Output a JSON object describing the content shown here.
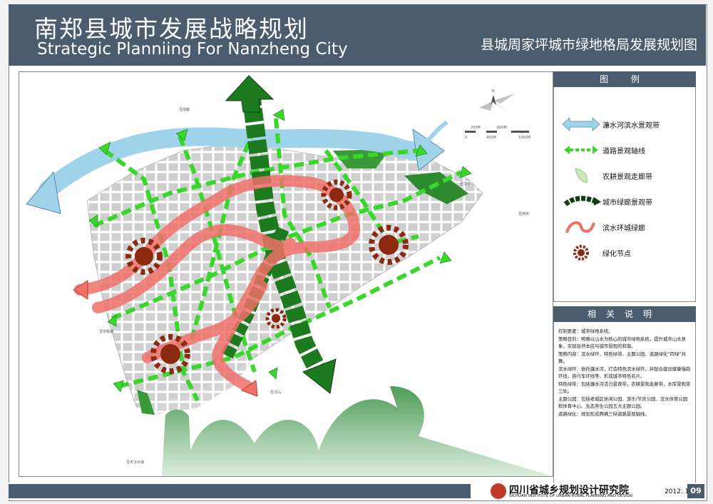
{
  "header": {
    "title_cn": "南郑县城市发展战略规划",
    "title_en": "Strategic Planniing For Nanzheng City",
    "sheet_title": "县城周家坪城市绿地格局发展规划图"
  },
  "legend": {
    "title": "图 例",
    "items": [
      {
        "icon": "blue-double-arrow-icon",
        "label": "濂水河滨水景观带"
      },
      {
        "icon": "green-dashed-arrow-icon",
        "label": "道路景观轴线"
      },
      {
        "icon": "leaf-icon",
        "label": "农耕景观走廊带"
      },
      {
        "icon": "dark-green-band-icon",
        "label": "城市绿廊景观带"
      },
      {
        "icon": "red-loop-icon",
        "label": "滨水环城绿廊"
      },
      {
        "icon": "sun-node-icon",
        "label": "绿化节点"
      }
    ]
  },
  "notes": {
    "title": "相关说明",
    "lines": [
      "控制要素：城市绿地系统。",
      "策略目的：明确以山水为核心的城市绿地系统，提升城市山水意象，实现自然本底与城市景观的和谐。",
      "策略内容：滨水绿环、特色绿带、主题公园、道路绿化“四绿”共舞。",
      "滨水绿环：依托濂水河，打造特色滨水绿环，并配合建设健康慢跑环线，自行车环线等，形成城市特色名片。",
      "特色绿带：包括濂水河活力景观带，农耕景观走廊带，水库景观带三处。",
      "主题公园：包括老城区休闲公园、游乐/节庆公园、滨水体育公园和体育中心、生态养生公园五大主题公园。",
      "道路绿化：规划形成两横三纵道路景观轴线。"
    ]
  },
  "map": {
    "scale_labels_top": [
      "200M",
      "600M"
    ],
    "scale_labels_bottom": [
      "0",
      "400M",
      "1000M"
    ],
    "north": "N",
    "place_labels": [
      "至成都",
      "至汉中",
      "至西安",
      "至协税镇",
      "至汉山",
      "至天汉水城"
    ]
  },
  "footer": {
    "institute_cn": "四川省城乡规划设计研究院",
    "institute_en": "SICHUAN INSTITUTE OF URBAN-RURAL PLANNING AND DESIGN",
    "date": "2012. 11",
    "page": "09"
  },
  "colors": {
    "header_bg": "#4b5c6e",
    "river_blue": "#9fd3ea",
    "road_green": "#39d62b",
    "corridor_dark_green": "#1e7a1e",
    "loop_red": "#f0706a",
    "node_brown": "#8b2a10",
    "city_gray": "#c8c8c8"
  }
}
